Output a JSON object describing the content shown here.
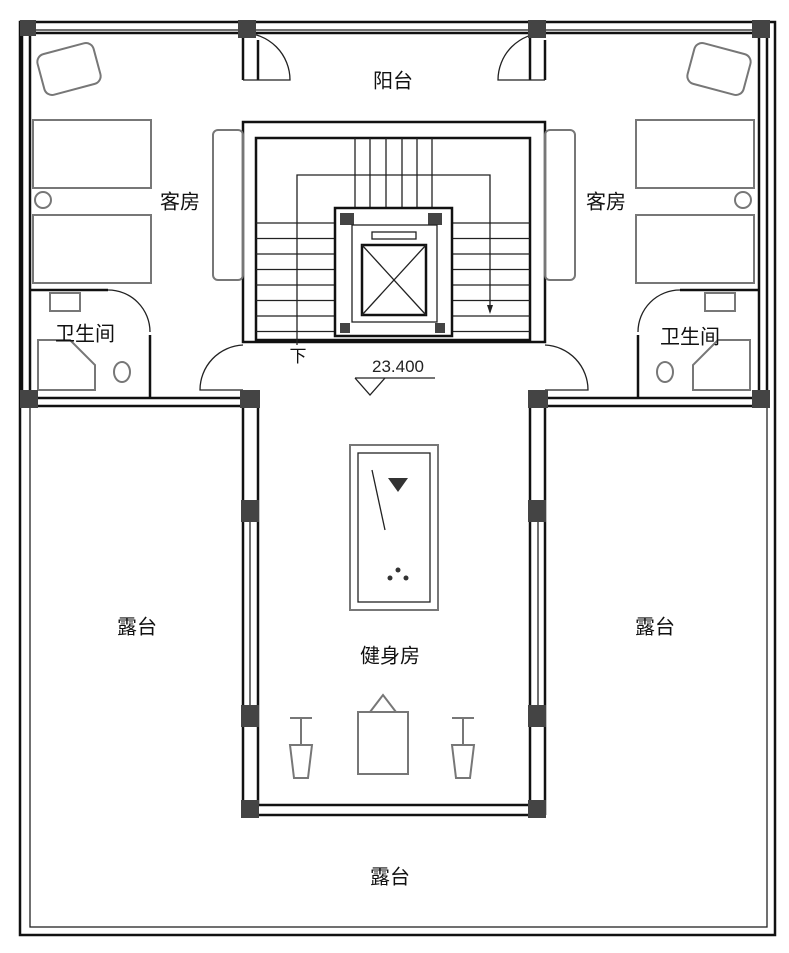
{
  "rooms": {
    "balcony": "阳台",
    "guest_left": "客房",
    "guest_right": "客房",
    "bath_left": "卫生间",
    "bath_right": "卫生间",
    "terrace_left": "露台",
    "terrace_right": "露台",
    "terrace_bottom": "露台",
    "gym": "健身房"
  },
  "stair_direction": "下",
  "elevation": "23.400"
}
